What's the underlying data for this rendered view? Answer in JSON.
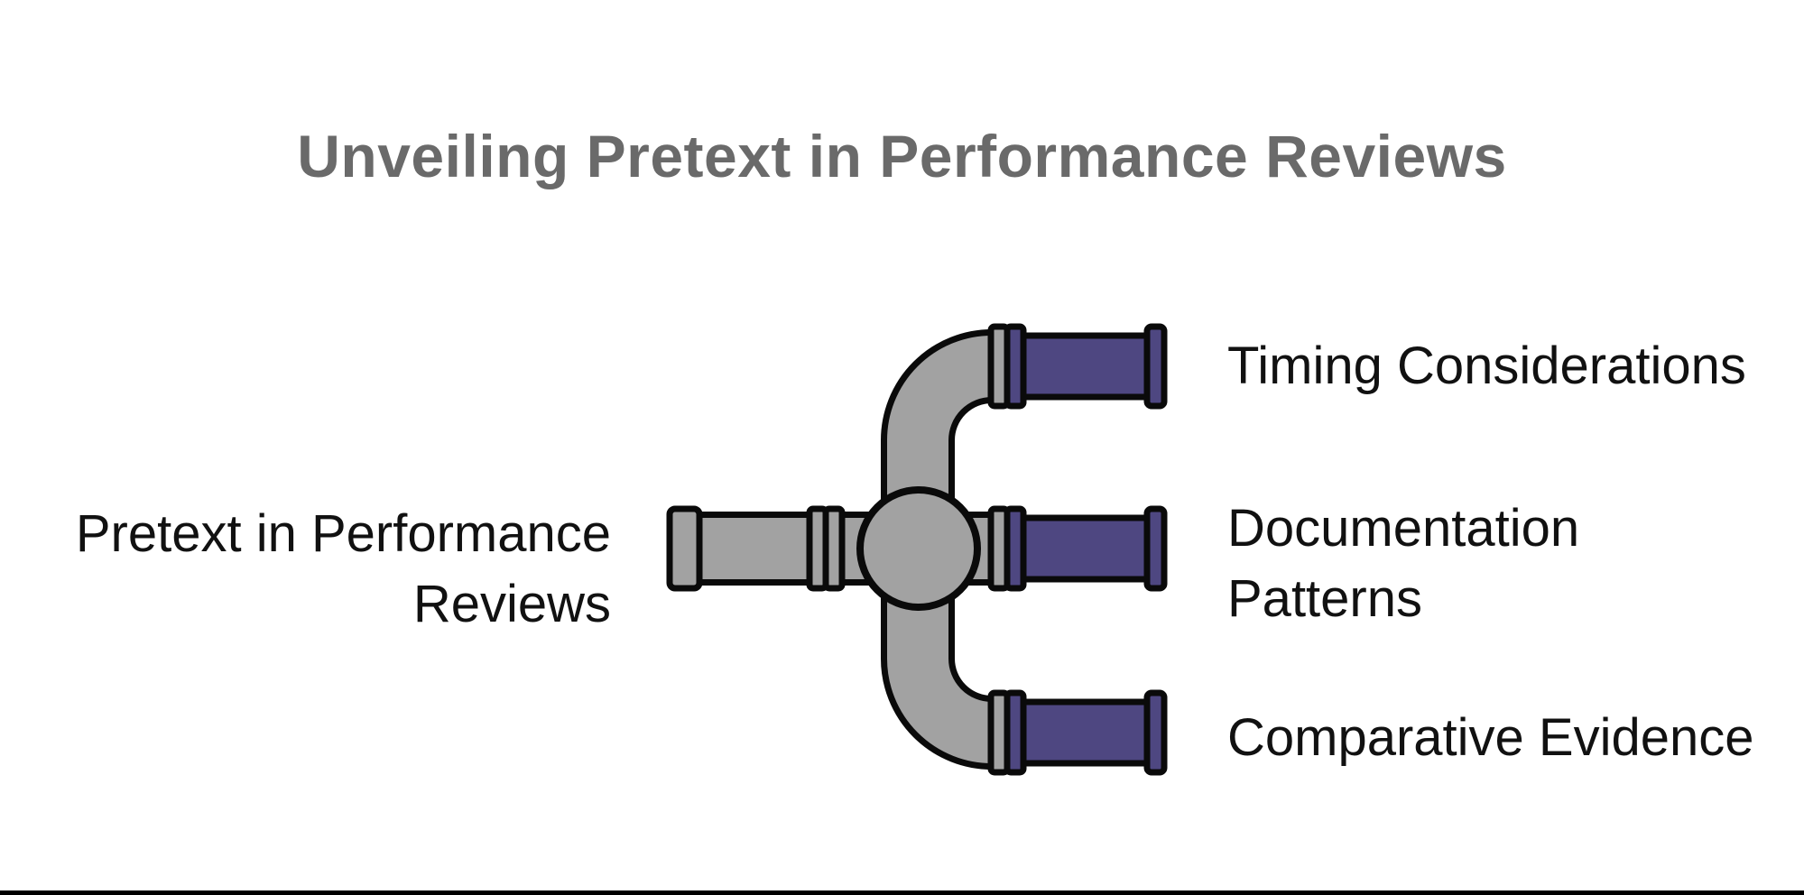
{
  "title": "Unveiling Pretext in Performance Reviews",
  "root": {
    "label": {
      "line1": "Pretext in Performance",
      "line2": "Reviews"
    }
  },
  "branches": {
    "timing": {
      "label": "Timing Considerations"
    },
    "documentation": {
      "label": {
        "line1": "Documentation",
        "line2": "Patterns"
      }
    },
    "comparative": {
      "label": "Comparative Evidence"
    }
  },
  "colors": {
    "background": "#ffffff",
    "title_text": "#6a6a6a",
    "label_text": "#111111",
    "pipe_gray": "#a2a2a2",
    "pipe_purple": "#4e4781",
    "pipe_outline": "#0a0a0a",
    "bottom_rule": "#000000"
  }
}
